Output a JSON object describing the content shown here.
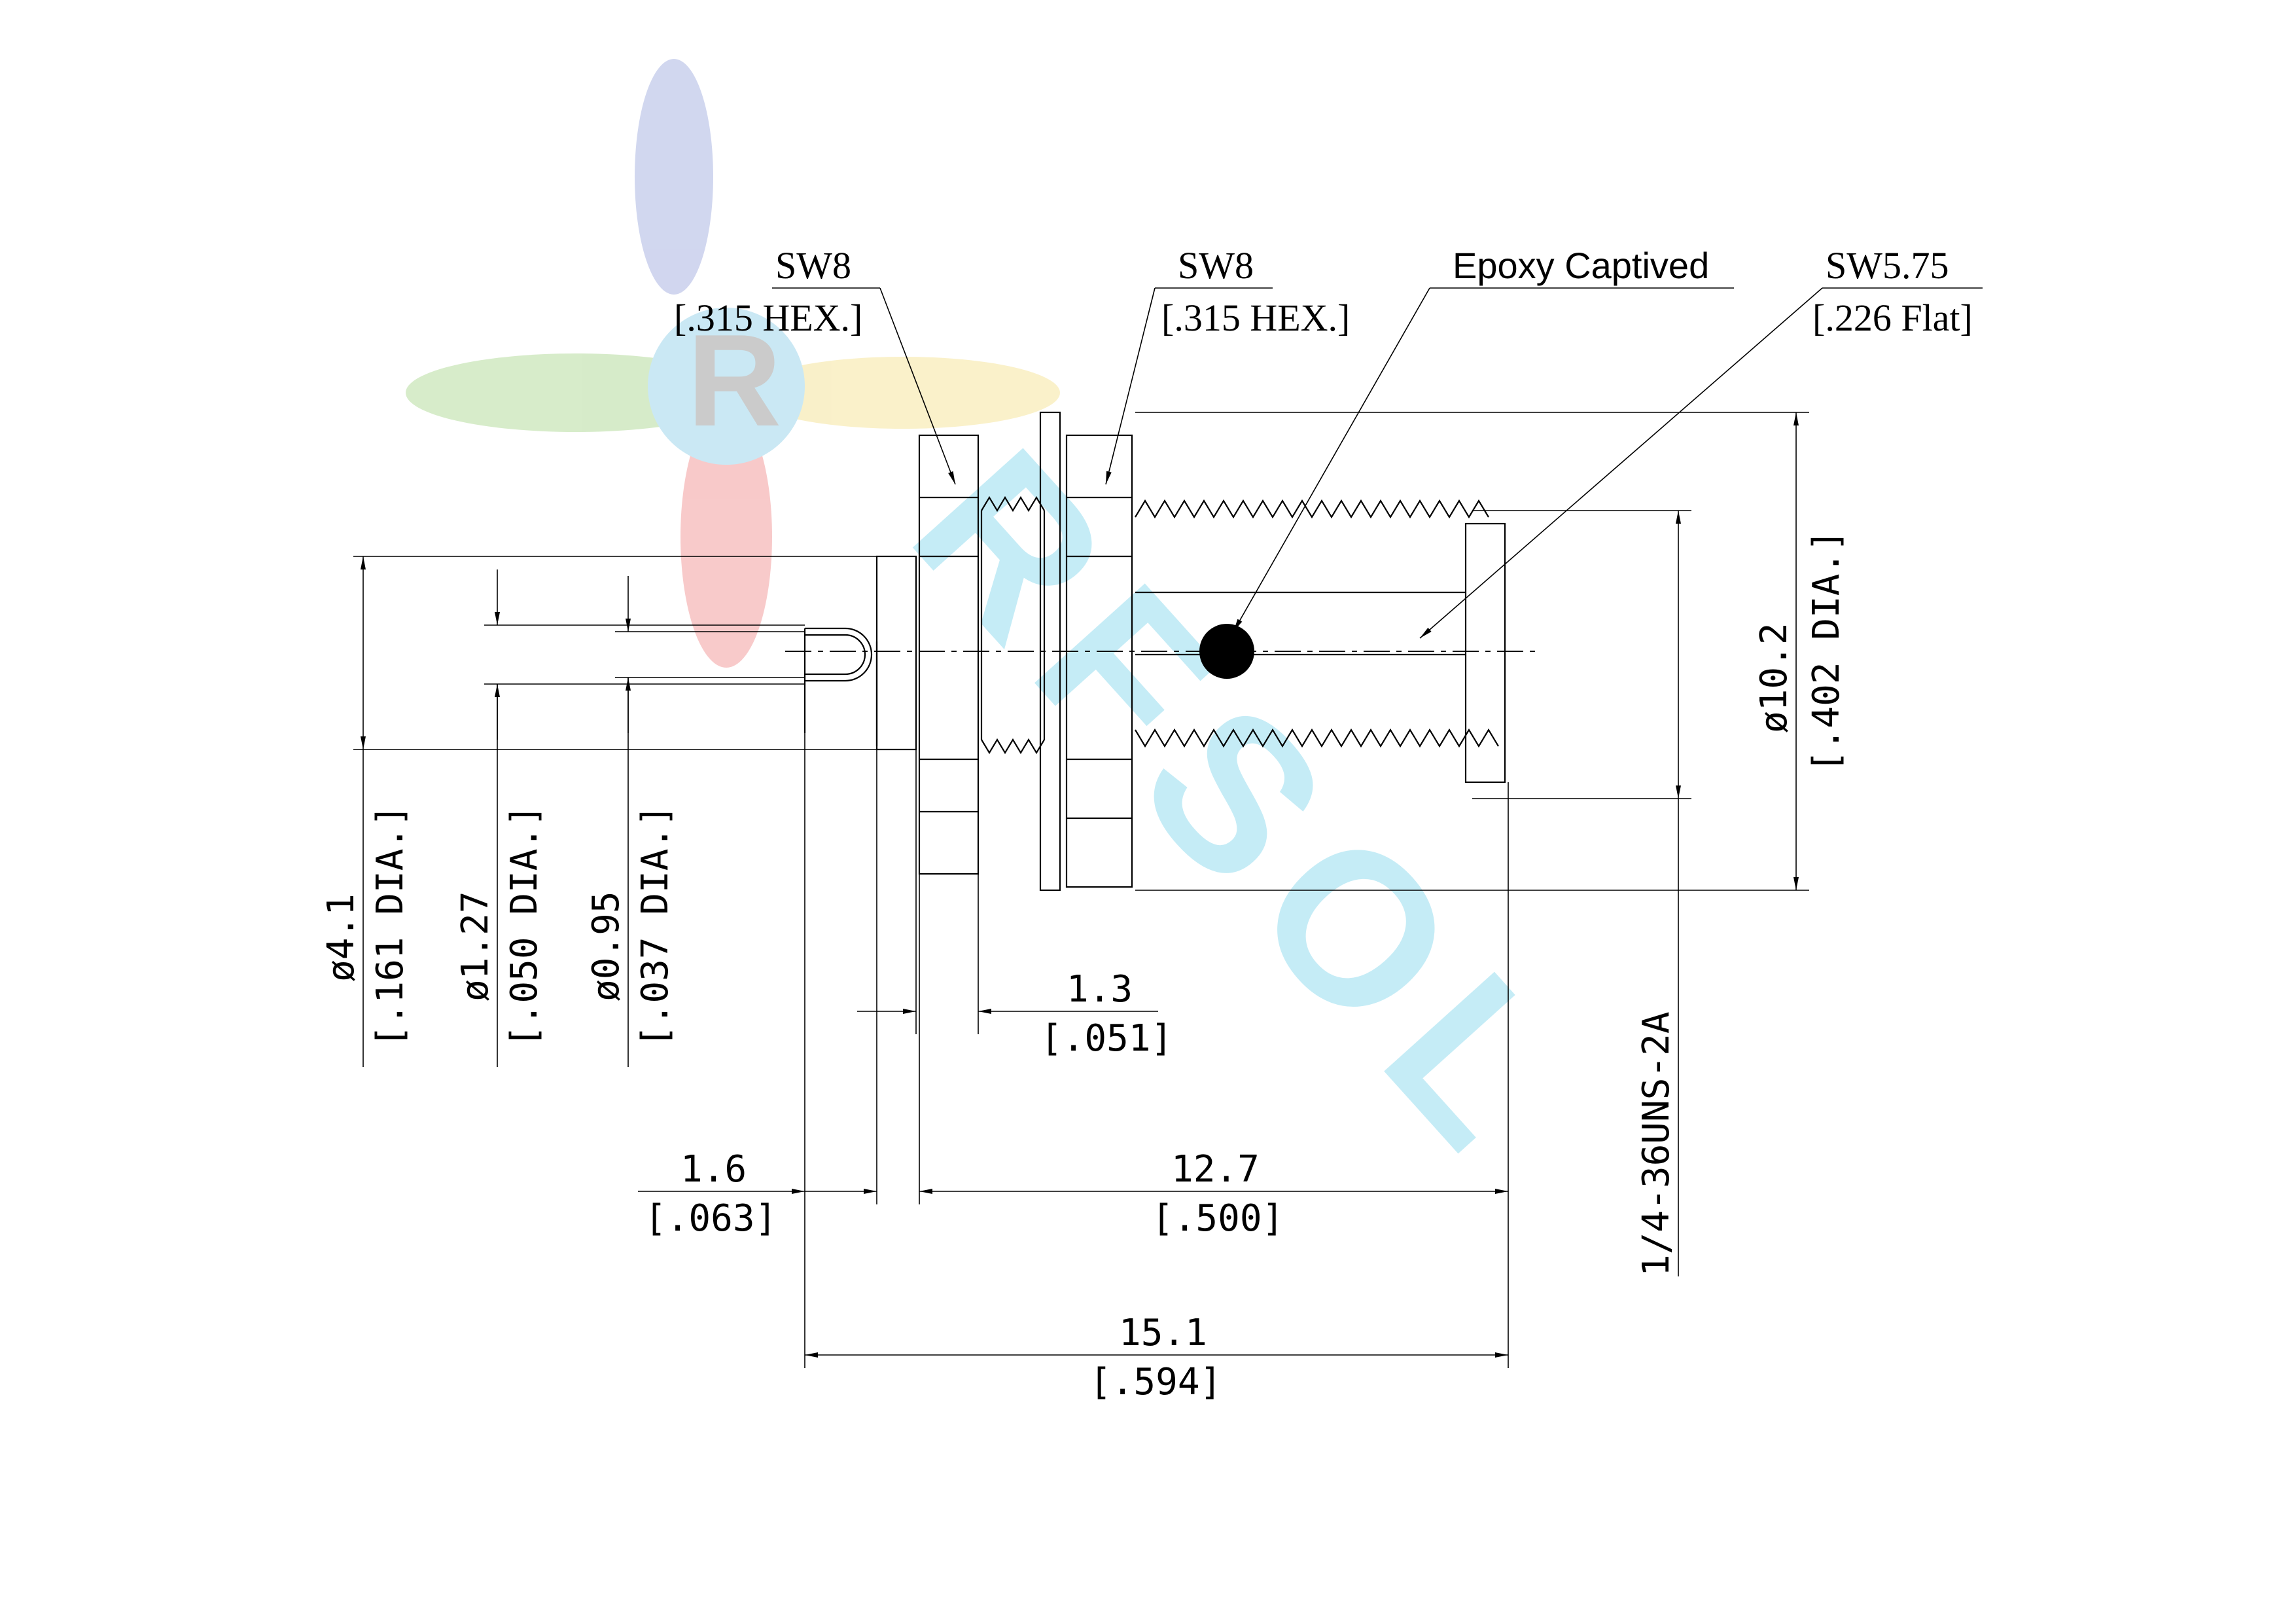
{
  "watermark": {
    "logo_letter": "R",
    "word": "RFSOL",
    "color": "#7fd4ec"
  },
  "callouts": {
    "sw8_left": {
      "size": "SW8",
      "inch": "[.315 HEX.]"
    },
    "sw8_right": {
      "size": "SW8",
      "inch": "[.315 HEX.]"
    },
    "epoxy": {
      "text": "Epoxy Captived"
    },
    "sw575": {
      "size": "SW5.75",
      "inch": "[.226 Flat]"
    }
  },
  "dims": {
    "d41": {
      "mm": "ø4.1",
      "inch": "[.161 DIA.]"
    },
    "d127": {
      "mm": "ø1.27",
      "inch": "[.050 DIA.]"
    },
    "d095": {
      "mm": "ø0.95",
      "inch": "[.037 DIA.]"
    },
    "d102": {
      "mm": "ø10.2",
      "inch": "[.402 DIA.]"
    },
    "d13": {
      "mm": "1.3",
      "inch": "[.051]"
    },
    "d16": {
      "mm": "1.6",
      "inch": "[.063]"
    },
    "d127len": {
      "mm": "12.7",
      "inch": "[.500]"
    },
    "d151": {
      "mm": "15.1",
      "inch": "[.594]"
    },
    "thread": {
      "text": "1/4-36UNS-2A"
    }
  }
}
